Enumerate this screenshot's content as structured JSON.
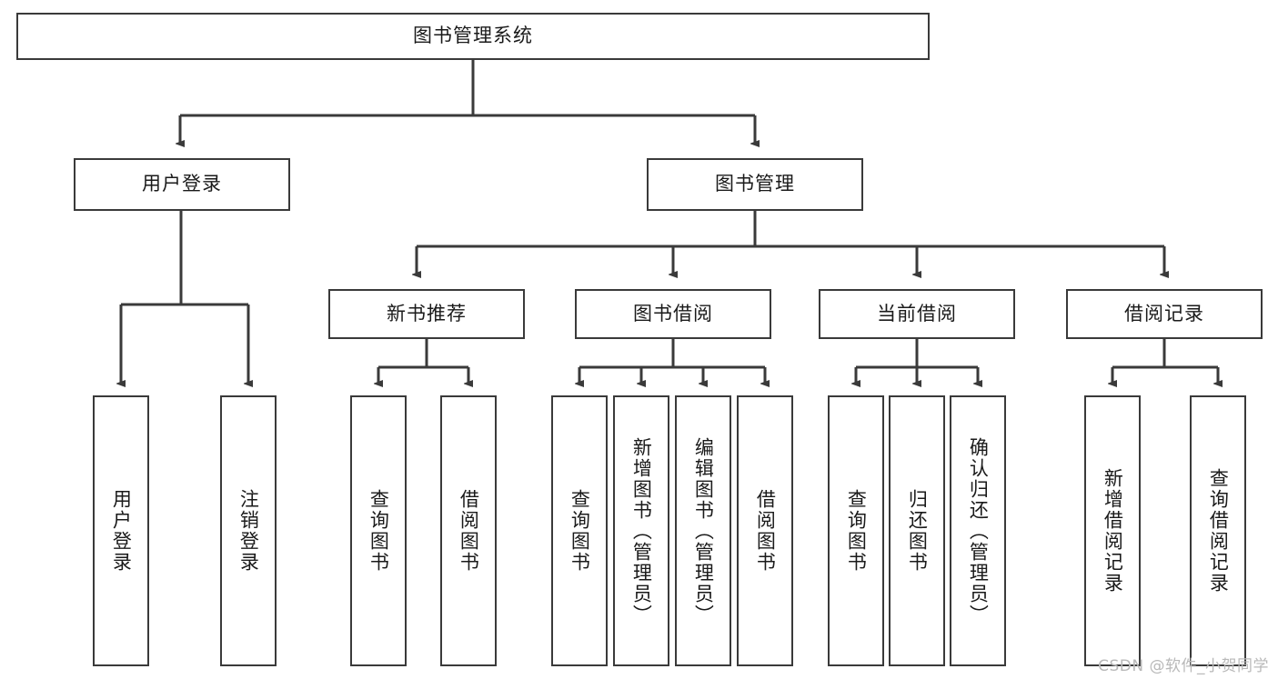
{
  "diagram": {
    "title": "图书管理系统",
    "type": "tree-hierarchy-diagram",
    "watermark": "CSDN @软件_小贺同学",
    "colors": {
      "box_border": "#3a3a3a",
      "box_fill": "#ffffff",
      "connector": "#3a3a3a",
      "text": "#1a1a1a",
      "watermark": "#b9b9b9",
      "background": "#ffffff"
    },
    "root": {
      "label": "图书管理系统"
    },
    "level2": [
      {
        "label": "用户登录"
      },
      {
        "label": "图书管理"
      }
    ],
    "level3": [
      {
        "label": "新书推荐"
      },
      {
        "label": "图书借阅"
      },
      {
        "label": "当前借阅"
      },
      {
        "label": "借阅记录"
      }
    ],
    "leaves": {
      "user_login": [
        {
          "label": "用户登录"
        },
        {
          "label": "注销登录"
        }
      ],
      "new_book_recommend": [
        {
          "label": "查询图书"
        },
        {
          "label": "借阅图书"
        }
      ],
      "book_borrow": [
        {
          "label": "查询图书"
        },
        {
          "label": "新增图书（管理员）"
        },
        {
          "label": "编辑图书（管理员）"
        },
        {
          "label": "借阅图书"
        }
      ],
      "current_borrow": [
        {
          "label": "查询图书"
        },
        {
          "label": "归还图书"
        },
        {
          "label": "确认归还（管理员）"
        }
      ],
      "borrow_record": [
        {
          "label": "新增借阅记录"
        },
        {
          "label": "查询借阅记录"
        }
      ]
    }
  }
}
